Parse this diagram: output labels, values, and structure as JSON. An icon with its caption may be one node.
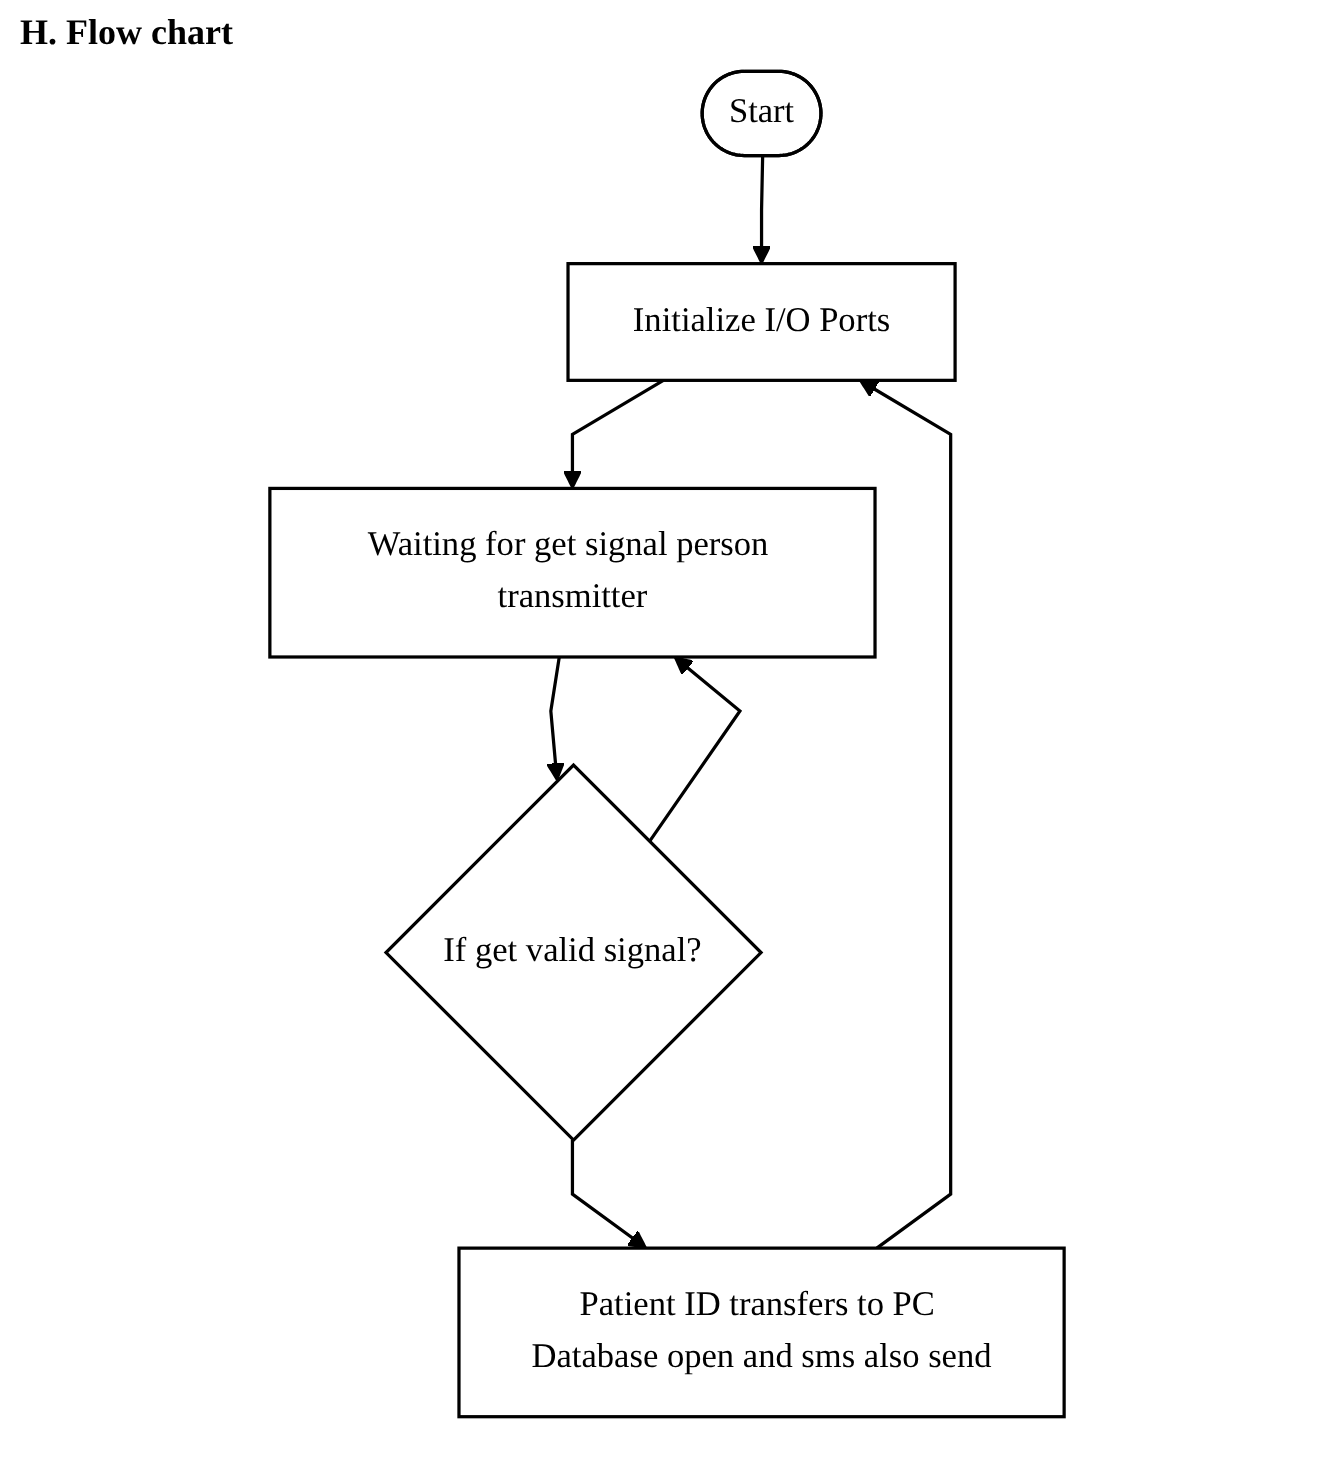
{
  "diagram": {
    "title": "H. Flow chart",
    "nodes": [
      {
        "text": [
          "Start"
        ]
      },
      {
        "text": [
          "Initialize I/O Ports"
        ]
      },
      {
        "text": [
          "Waiting for get signal person transmitter"
        ]
      },
      {
        "text": [
          "If get valid signal?"
        ]
      },
      {
        "text": [
          "Patient ID transfers to PC Database open and sms also send"
        ]
      }
    ],
    "edges": [
      {
        "from": 0,
        "to": 1,
        "arrow": "to"
      },
      {
        "from": 1,
        "to": 2,
        "arrow": "to"
      },
      {
        "from": 2,
        "to": 3,
        "arrow": "to"
      },
      {
        "from": 3,
        "to": 2,
        "arrow": "to"
      },
      {
        "from": 3,
        "to": 4,
        "arrow": "to"
      },
      {
        "from": 4,
        "to": 1,
        "arrow": "to"
      }
    ]
  }
}
